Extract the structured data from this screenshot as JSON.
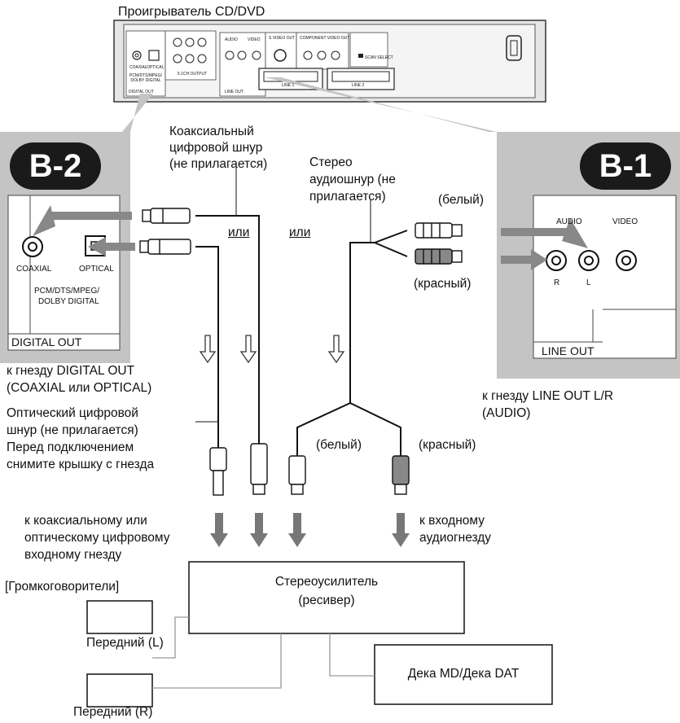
{
  "player": {
    "title": "Проигрыватель CD/DVD",
    "panel_labels": {
      "digital_out": "DIGITAL OUT",
      "coaxial": "COAXIAL",
      "optical": "OPTICAL",
      "pcm": "PCM/DTS/MPEG/ DOLBY DIGITAL",
      "ch51": "5.1CH OUTPUT",
      "audio": "AUDIO",
      "video": "VIDEO",
      "line_out": "LINE OUT",
      "svideo": "S VIDEO OUT",
      "component": "COMPONENT VIDEO OUT",
      "line1": "LINE 1",
      "line2": "LINE 2",
      "scan_select": "SCAN SELECT"
    }
  },
  "badges": {
    "b2": "B-2",
    "b1": "B-1"
  },
  "b2_detail": {
    "coaxial": "COAXIAL",
    "optical": "OPTICAL",
    "formats": [
      "PCM/DTS/MPEG/",
      "DOLBY DIGITAL"
    ],
    "title": "DIGITAL OUT"
  },
  "b1_detail": {
    "audio": "AUDIO",
    "video": "VIDEO",
    "r": "R",
    "l": "L",
    "title": "LINE OUT"
  },
  "labels": {
    "coax_cable": [
      "Коаксиальный",
      "цифровой шнур",
      "(не прилагается)"
    ],
    "stereo_cable": [
      "Стерео",
      "аудиошнур (не",
      "прилагается)"
    ],
    "white_top": "(белый)",
    "red_top": "(красный)",
    "or_1": "или",
    "or_2": "или",
    "to_digital_out": [
      "к гнезду DIGITAL OUT",
      "(COAXIAL или OPTICAL)"
    ],
    "optical_cable": [
      "Оптический цифровой",
      "шнур (не прилагается)",
      "Перед подключением",
      "снимите крышку с гнезда"
    ],
    "to_line_out": [
      "к гнезду LINE OUT L/R",
      "(AUDIO)"
    ],
    "white_bottom": "(белый)",
    "red_bottom": "(красный)",
    "to_coax_input": [
      "к коаксиальному или",
      "оптическому цифровому",
      "входному гнезду"
    ],
    "to_audio_input": [
      "к входному",
      "аудиогнезду"
    ],
    "speakers": "[Громкоговорители]",
    "front_l": "Передний (L)",
    "front_r": "Передний (R)"
  },
  "amplifier": [
    "Стереоусилитель",
    "(ресивер)"
  ],
  "md_deck": "Дека MD/Дека DAT"
}
